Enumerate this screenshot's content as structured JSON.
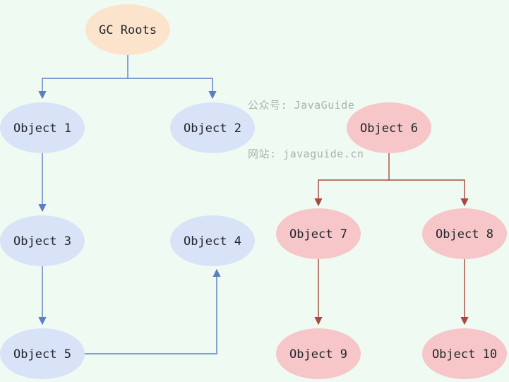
{
  "diagram": {
    "type": "flowchart",
    "description": "GC Roots reachability graph: blue objects are reachable from GC Roots, pink objects form an unreachable subgraph",
    "nodes": [
      {
        "id": "gc-roots",
        "label": "GC Roots",
        "group": "root"
      },
      {
        "id": "object-1",
        "label": "Object 1",
        "group": "reachable"
      },
      {
        "id": "object-2",
        "label": "Object 2",
        "group": "reachable"
      },
      {
        "id": "object-3",
        "label": "Object 3",
        "group": "reachable"
      },
      {
        "id": "object-4",
        "label": "Object 4",
        "group": "reachable"
      },
      {
        "id": "object-5",
        "label": "Object 5",
        "group": "reachable"
      },
      {
        "id": "object-6",
        "label": "Object 6",
        "group": "unreachable"
      },
      {
        "id": "object-7",
        "label": "Object 7",
        "group": "unreachable"
      },
      {
        "id": "object-8",
        "label": "Object 8",
        "group": "unreachable"
      },
      {
        "id": "object-9",
        "label": "Object 9",
        "group": "unreachable"
      },
      {
        "id": "object-10",
        "label": "Object 10",
        "group": "unreachable"
      }
    ],
    "edges": [
      {
        "from": "GC Roots",
        "to": "Object 1",
        "group": "reachable"
      },
      {
        "from": "GC Roots",
        "to": "Object 2",
        "group": "reachable"
      },
      {
        "from": "Object 1",
        "to": "Object 3",
        "group": "reachable"
      },
      {
        "from": "Object 3",
        "to": "Object 5",
        "group": "reachable"
      },
      {
        "from": "Object 5",
        "to": "Object 4",
        "group": "reachable"
      },
      {
        "from": "Object 6",
        "to": "Object 7",
        "group": "unreachable"
      },
      {
        "from": "Object 6",
        "to": "Object 8",
        "group": "unreachable"
      },
      {
        "from": "Object 7",
        "to": "Object 9",
        "group": "unreachable"
      },
      {
        "from": "Object 8",
        "to": "Object 10",
        "group": "unreachable"
      }
    ],
    "palette": {
      "background": "#effaf3",
      "root_fill": "#fce3cb",
      "reachable_fill": "#d9e3f8",
      "unreachable_fill": "#f6c6c8",
      "reachable_edge": "#5d7ec2",
      "unreachable_edge": "#a74a3f",
      "node_text": "#21252b",
      "watermark_text": "#a9b3ac"
    }
  },
  "watermark": {
    "line1": "公众号: JavaGuide",
    "line2": "网站: javaguide.cn"
  }
}
